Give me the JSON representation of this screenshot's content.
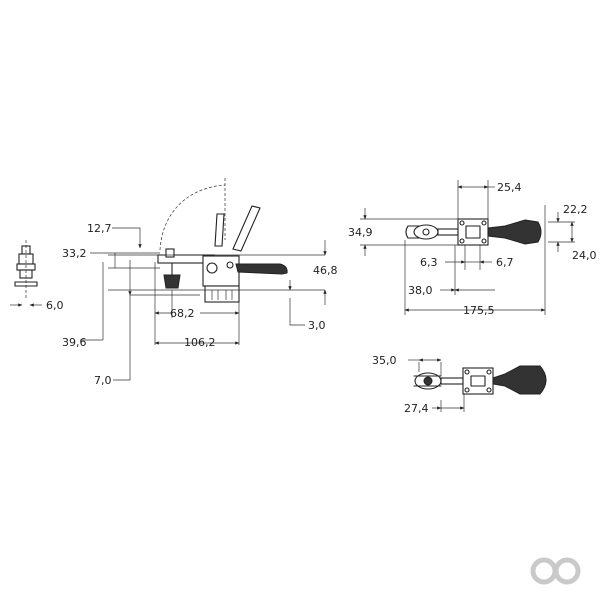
{
  "colors": {
    "line": "#222222",
    "logo": "#c9c9c9",
    "background": "#ffffff"
  },
  "dimensions": {
    "d6_0": "6,0",
    "d12_7": "12,7",
    "d33_2": "33,2",
    "d39_6": "39,6",
    "d7_0": "7,0",
    "d68_2": "68,2",
    "d106_2": "106,2",
    "d46_8": "46,8",
    "d3_0": "3,0",
    "d25_4": "25,4",
    "d34_9": "34,9",
    "d22_2": "22,2",
    "d24_0": "24,0",
    "d6_3": "6,3",
    "d6_7": "6,7",
    "d38_0": "38,0",
    "d175_5": "175,5",
    "d35_0": "35,0",
    "d27_4": "27,4"
  },
  "logo": {
    "icon": "infinity-logo-icon"
  }
}
